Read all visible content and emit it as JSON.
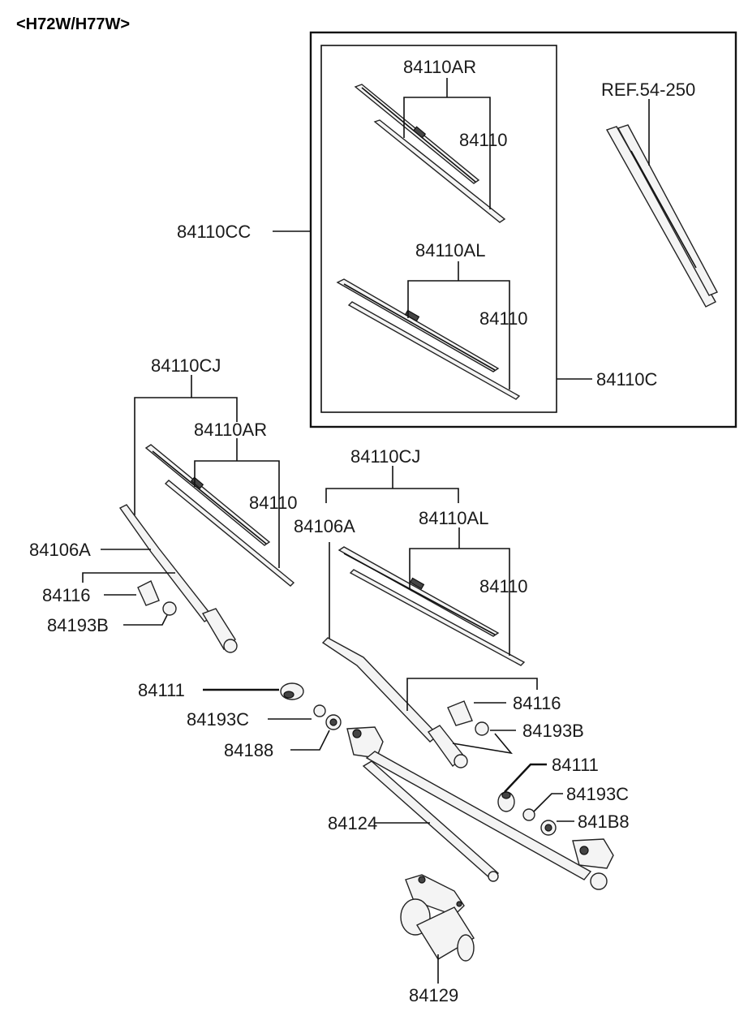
{
  "title": "<H72W/H77W>",
  "labels": {
    "l_84110cc": "84110CC",
    "l_84110c": "84110C",
    "l_ref": "REF.54-250",
    "box_84110ar": "84110AR",
    "box_84110_a": "84110",
    "box_84110al": "84110AL",
    "box_84110_b": "84110",
    "left_84110cj": "84110CJ",
    "left_84110ar": "84110AR",
    "left_84110": "84110",
    "left_84106a": "84106A",
    "left_84116": "84116",
    "left_84193b": "84193B",
    "right_84110cj": "84110CJ",
    "right_84106a": "84106A",
    "right_84110al": "84110AL",
    "right_84110": "84110",
    "right_84116": "84116",
    "right_84193b": "84193B",
    "l_84111_a": "84111",
    "l_84193c_a": "84193C",
    "l_84188": "84188",
    "l_84111_b": "84111",
    "l_84193c_b": "84193C",
    "l_841b8": "841B8",
    "l_84124": "84124",
    "l_84129": "84129"
  }
}
